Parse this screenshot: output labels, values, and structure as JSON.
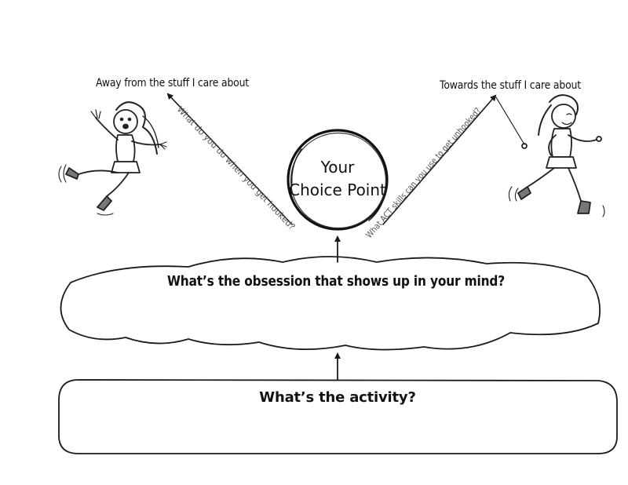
{
  "left_label": "Away from the stuff I care about",
  "right_label": "Towards the stuff I care about",
  "left_arm_question": "What do you do when you get hooked?",
  "right_arm_question": "What ACT skills can you use to get unhooked?",
  "choice_point": {
    "line1": "Your",
    "line2": "Choice Point"
  },
  "cloud_question": "What’s the obsession that shows up in your mind?",
  "box_question": "What’s the activity?",
  "colors": {
    "ink": "#1a1a1a",
    "arm_text": "#555555",
    "background": "#ffffff"
  },
  "icons": {
    "left_figure": "falling-girl-figure",
    "right_figure": "running-girl-figure"
  }
}
